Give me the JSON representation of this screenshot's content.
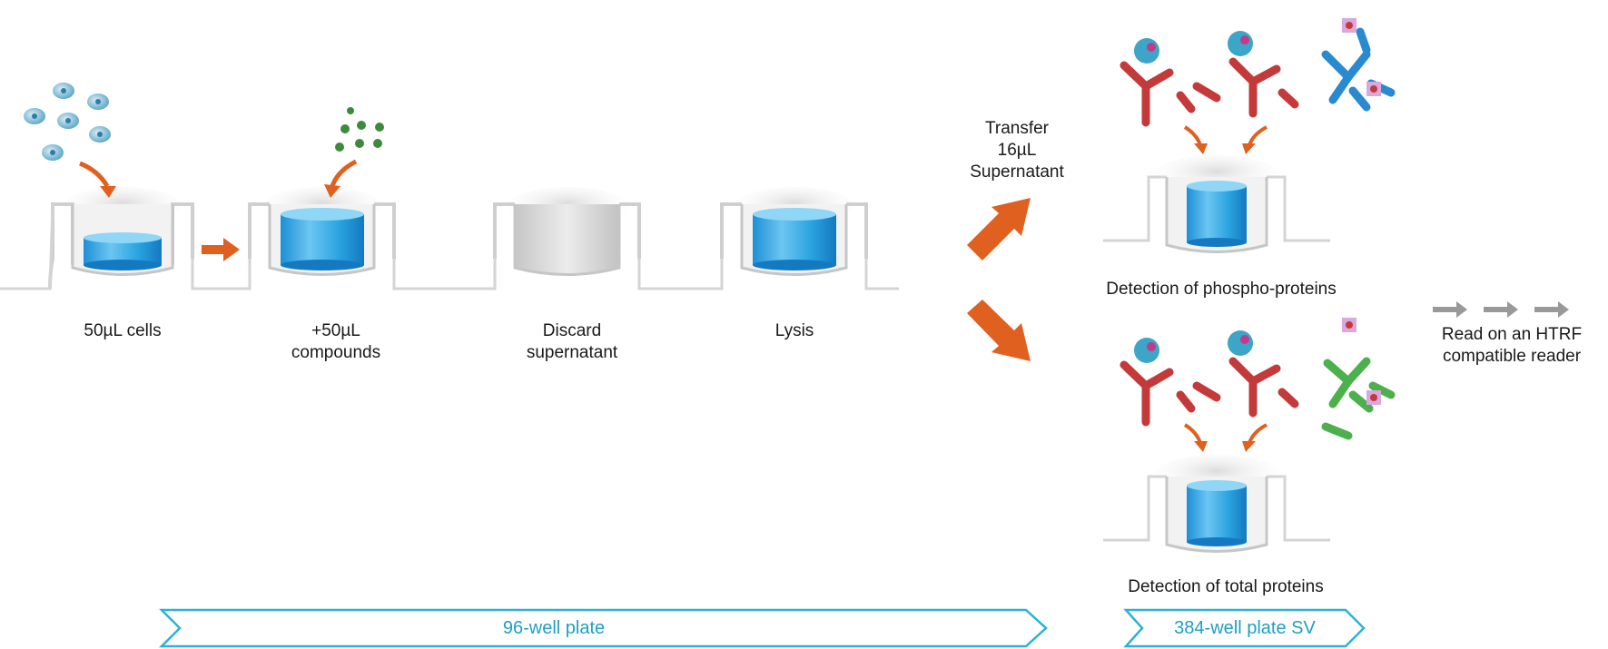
{
  "steps": [
    {
      "label": "50µL cells"
    },
    {
      "label": "+50µL\ncompounds"
    },
    {
      "label": "Discard\nsupernatant"
    },
    {
      "label": "Lysis"
    }
  ],
  "transfer": {
    "label": "Transfer\n16µL\nSupernatant"
  },
  "detections": [
    {
      "label": "Detection of phospho-proteins"
    },
    {
      "label": "Detection of total proteins"
    }
  ],
  "read": {
    "label": "Read on an HTRF\ncompatible reader"
  },
  "plates": [
    {
      "label": "96-well plate"
    },
    {
      "label": "384-well plate SV"
    }
  ],
  "colors": {
    "arrow": "#e0601f",
    "liquid": "#2aa3e0",
    "well": "#c8c8c8",
    "plate_outline": "#2ab3d4",
    "antibody_red": "#c43a3a",
    "antibody_blue": "#2a8ad0",
    "antibody_green": "#4cb04c",
    "cells": "#5aa8c8",
    "compounds": "#3d8a3d",
    "read_arrows": "#999999"
  }
}
